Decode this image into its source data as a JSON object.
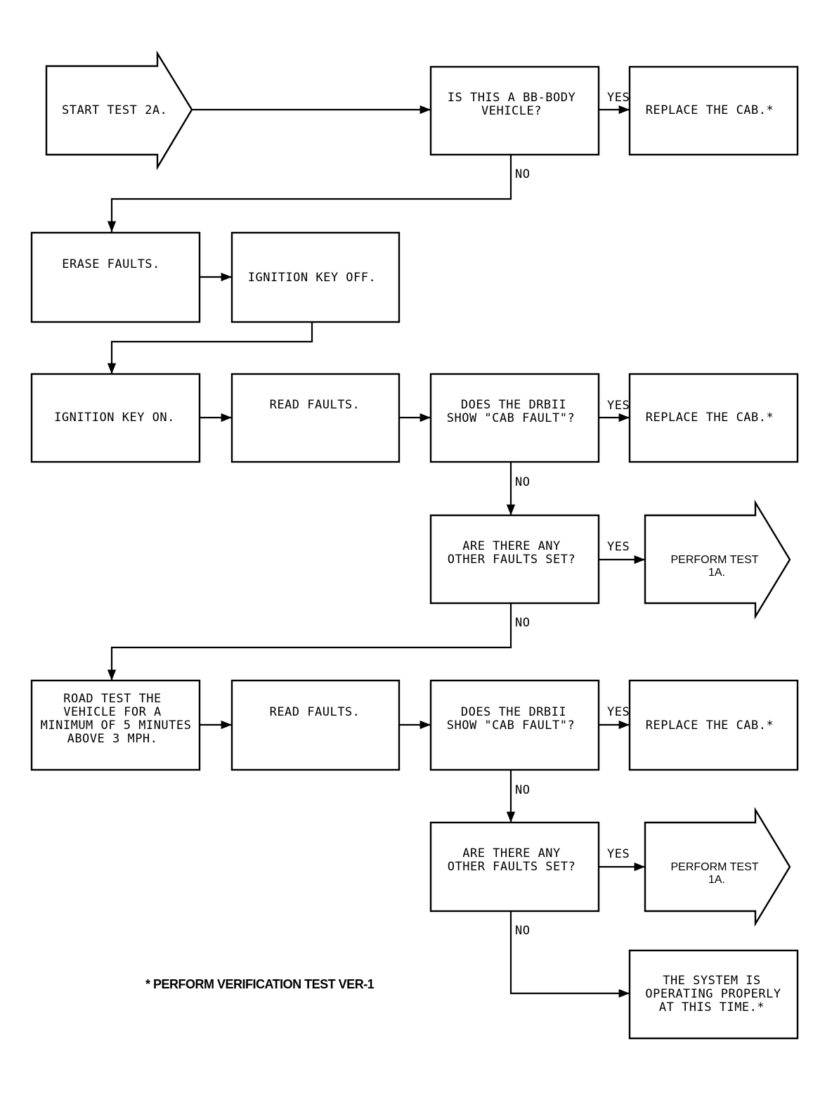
{
  "nodes": {
    "start": [
      "START TEST 2A."
    ],
    "q_bb_body": [
      "IS THIS A BB-BODY",
      "VEHICLE?"
    ],
    "replace_cab_1": [
      "REPLACE THE CAB.*"
    ],
    "erase_faults": [
      "ERASE FAULTS."
    ],
    "ignition_off": [
      "IGNITION KEY OFF."
    ],
    "ignition_on": [
      "IGNITION KEY ON."
    ],
    "read_faults_1": [
      "READ FAULTS."
    ],
    "q_drbii_1": [
      "DOES THE DRBII",
      "SHOW \"CAB FAULT\"?"
    ],
    "replace_cab_2": [
      "REPLACE THE CAB.*"
    ],
    "q_other_faults_1": [
      "ARE THERE ANY",
      "OTHER FAULTS SET?"
    ],
    "perform_test_1": [
      "PERFORM TEST",
      "1A."
    ],
    "road_test": [
      "ROAD TEST THE",
      "VEHICLE FOR A",
      "MINIMUM OF 5 MINUTES",
      "ABOVE 3 MPH."
    ],
    "read_faults_2": [
      "READ FAULTS."
    ],
    "q_drbii_2": [
      "DOES THE DRBII",
      "SHOW \"CAB FAULT\"?"
    ],
    "replace_cab_3": [
      "REPLACE THE CAB.*"
    ],
    "q_other_faults_2": [
      "ARE THERE ANY",
      "OTHER FAULTS SET?"
    ],
    "perform_test_2": [
      "PERFORM TEST",
      "1A."
    ],
    "system_ok": [
      "THE SYSTEM IS",
      "OPERATING PROPERLY",
      "AT THIS TIME.*"
    ]
  },
  "edge_labels": {
    "yes": "YES",
    "no": "NO"
  },
  "footnote": "* PERFORM VERIFICATION TEST VER-1"
}
